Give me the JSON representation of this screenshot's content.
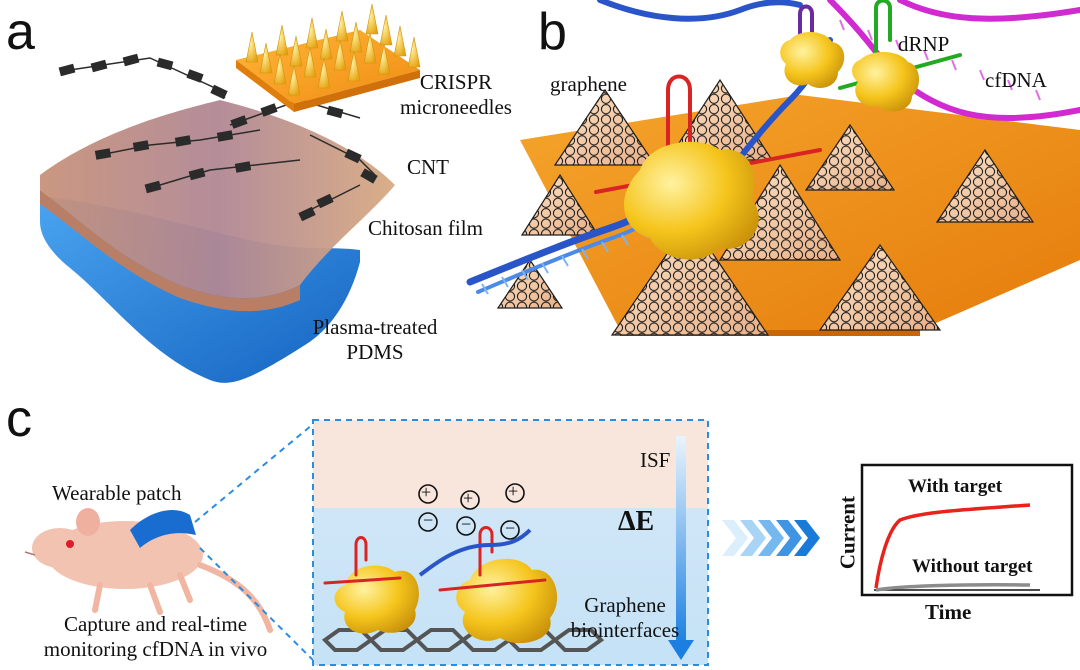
{
  "panel_a": {
    "letter": "a",
    "crispr_line1": "CRISPR",
    "crispr_line2": "microneedles",
    "cnt": "CNT",
    "chitosan": "Chitosan film",
    "pdms_line1": "Plasma-treated",
    "pdms_line2": "PDMS"
  },
  "panel_b": {
    "letter": "b",
    "graphene": "graphene",
    "drnp": "dRNP",
    "cfdna": "cfDNA"
  },
  "panel_c": {
    "letter": "c",
    "wearable_patch": "Wearable patch",
    "caption_line1": "Capture and real-time",
    "caption_line2": "monitoring cfDNA in vivo",
    "isf": "ISF",
    "delta_e": "ΔE",
    "graphene_line1": "Graphene",
    "graphene_line2": "biointerfaces",
    "plus_sign": "+",
    "minus_sign": "−"
  },
  "chart_data": {
    "type": "line",
    "title": "",
    "xlabel": "Time",
    "ylabel": "Current",
    "annotations": [
      "With target",
      "Without target"
    ],
    "series": [
      {
        "name": "With target",
        "color": "#e8231c"
      },
      {
        "name": "Without target",
        "color": "#8c8c8c"
      }
    ]
  },
  "colors": {
    "orange": "#f08c12",
    "blue": "#1c79d8",
    "dna_blue": "#2a55c8",
    "dna_magenta": "#d02ad0",
    "protein_yellow": "#f2c21a",
    "dashed_box": "#2a8de0",
    "chevron": "#58b0f0"
  }
}
